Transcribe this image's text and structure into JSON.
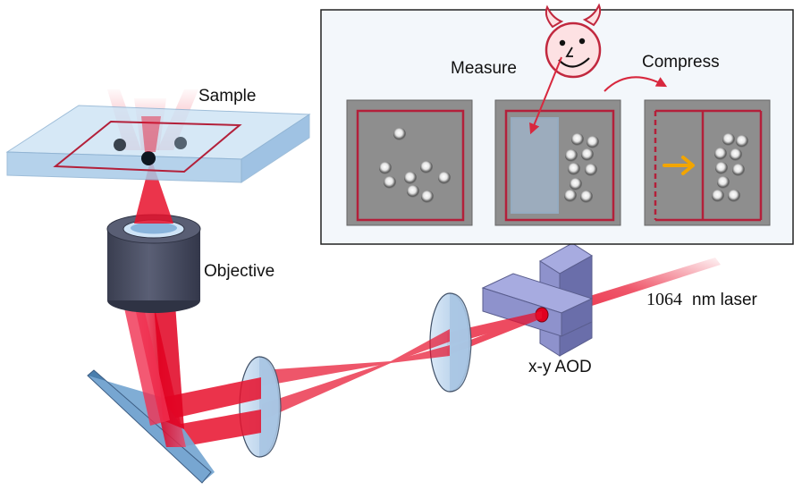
{
  "labels": {
    "sample": "Sample",
    "objective": "Objective",
    "aod": "x-y AOD",
    "laser_value": "1064",
    "laser_unit": "nm laser",
    "measure": "Measure",
    "compress": "Compress"
  },
  "colors": {
    "beam": "#e8102c",
    "frame": "#b3203a",
    "inset_bg": "#f3f7fb",
    "measure_box": "#9cc4ea",
    "arrow": "#f2a500",
    "objective_body": "#4a4f63",
    "aod_body": "#7b7fbd",
    "mirror": "#6fa0c8",
    "lens": "#b9d3ec",
    "devil_face": "#fde1e3",
    "devil_stroke": "#c1283e"
  },
  "icons": {
    "devil": "devil-face-icon",
    "compress_arrow": "curved-arrow-icon",
    "push_arrow": "right-arrow-icon"
  }
}
